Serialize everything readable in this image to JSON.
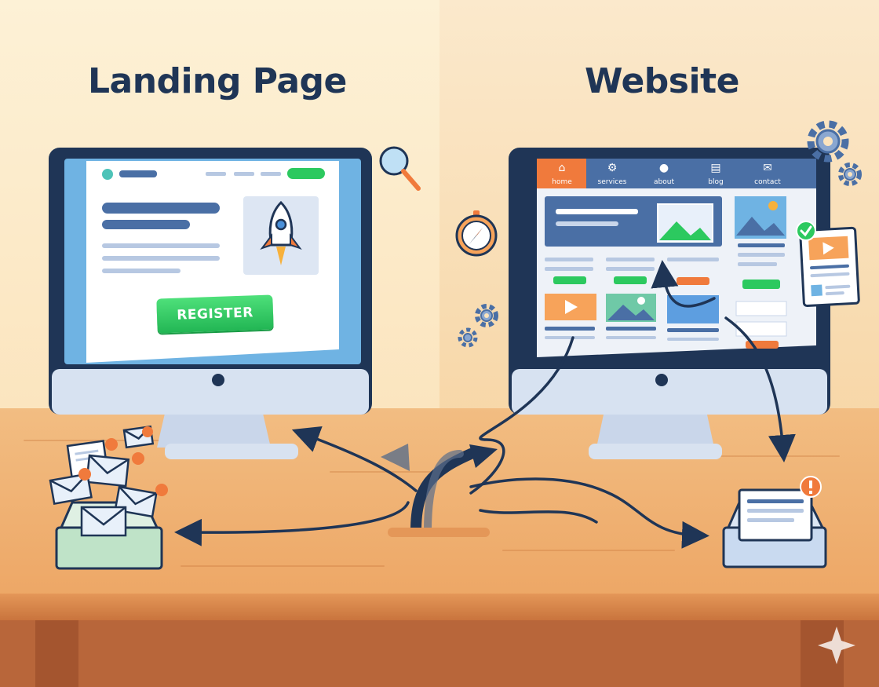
{
  "headings": {
    "left": "Landing Page",
    "right": "Website"
  },
  "landing_page": {
    "cta_label": "REGISTER",
    "hero_icon": "rocket-icon"
  },
  "website": {
    "nav": [
      {
        "label": "home",
        "icon": "home-icon",
        "active": true
      },
      {
        "label": "services",
        "icon": "gear-icon",
        "active": false
      },
      {
        "label": "about",
        "icon": "person-icon",
        "active": false
      },
      {
        "label": "blog",
        "icon": "document-icon",
        "active": false
      },
      {
        "label": "contact",
        "icon": "mail-icon",
        "active": false
      }
    ]
  },
  "colors": {
    "navy": "#1f3556",
    "accent_green": "#2cc95f",
    "accent_orange": "#f07a3c",
    "screen_blue": "#4a6fa5",
    "desk": "#eda766"
  }
}
